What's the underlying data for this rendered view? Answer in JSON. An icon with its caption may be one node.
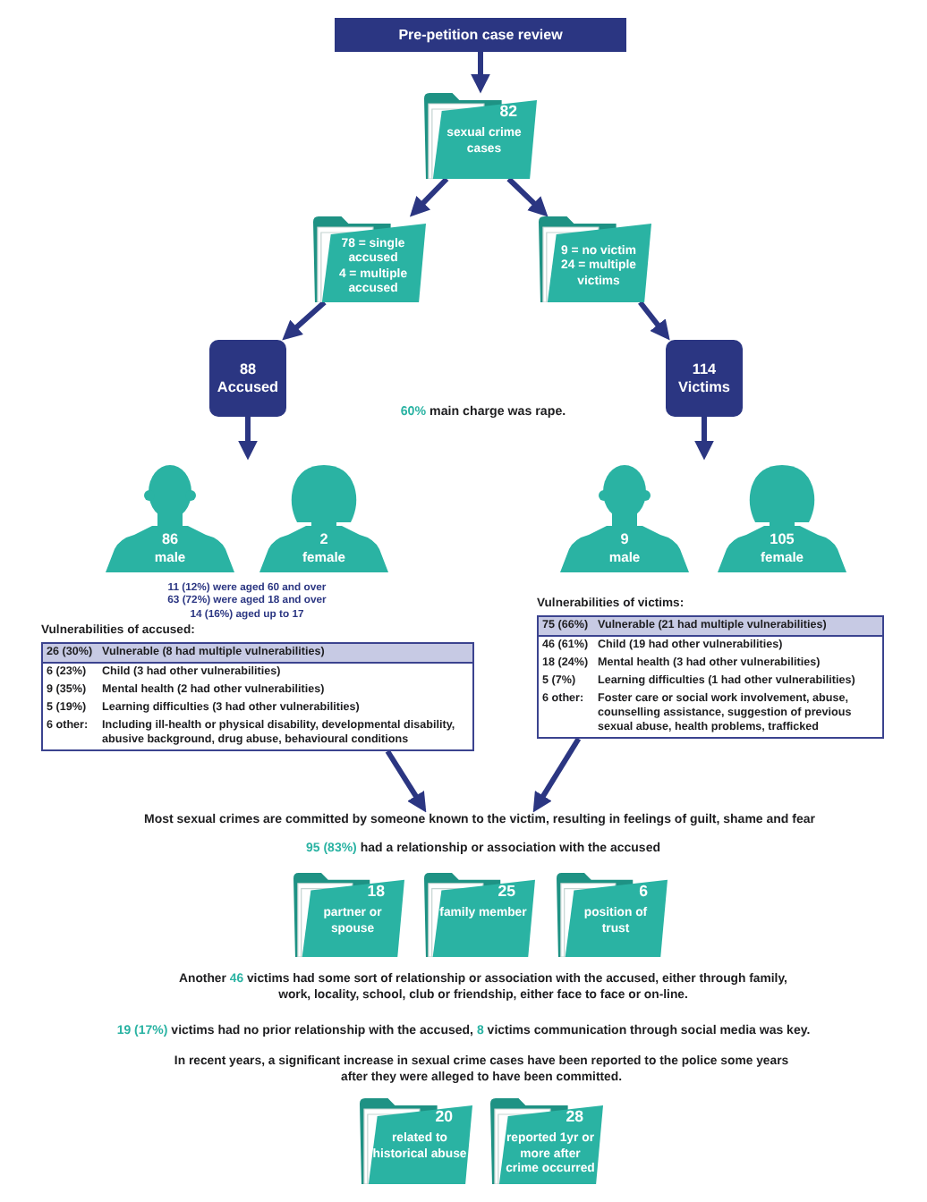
{
  "diagram": {
    "nodes": [
      {
        "text": [
          "Pre-petition case review"
        ]
      },
      {
        "text": [
          "82",
          "sexual crime cases"
        ]
      },
      {
        "text": [
          "78 = single accused",
          "4 = multiple accused"
        ]
      },
      {
        "text": [
          "9 = no victim",
          "24 = multiple victims"
        ]
      },
      {
        "text": [
          "88",
          "Accused"
        ]
      },
      {
        "text": [
          "114",
          "Victims"
        ]
      },
      {
        "text": [
          "86",
          "male"
        ]
      },
      {
        "text": [
          "2",
          "female"
        ]
      },
      {
        "text": [
          "9",
          "male"
        ]
      },
      {
        "text": [
          "105",
          "female"
        ]
      },
      {
        "text": [
          "Vulnerabilities of accused:",
          "26 (30%)",
          "Vulnerable (8 had multiple vulnerabilities)",
          "6 (23%)",
          "Child (3 had other vulnerabilities)",
          "9 (35%)",
          "Mental health (2 had other vulnerabilities)",
          "5 (19%)",
          "Learning difficulties (3 had other vulnerabilities)",
          "6 other:",
          "Including ill-health or physical disability, developmental disability, abusive background, drug abuse, behavioural conditions"
        ]
      },
      {
        "text": [
          "Vulnerabilities of victims:",
          "75 (66%)",
          "Vulnerable (21 had multiple vulnerabilities)",
          "46 (61%)",
          "Child (19 had other vulnerabilities)",
          "18 (24%)",
          "Mental health (3 had other vulnerabilities)",
          "5 (7%)",
          "Learning difficulties (1 had other vulnerabilities)",
          "6 other:",
          "Foster care or social work involvement, abuse, counselling assistance, suggestion of previous sexual abuse, health problems, trafficked"
        ]
      },
      {
        "text": [
          "Most sexual crimes are committed by someone known to the victim, resulting in feelings of guilt, shame and fear"
        ]
      },
      {
        "text": [
          "18",
          "partner or spouse"
        ]
      },
      {
        "text": [
          "25",
          "family member"
        ]
      },
      {
        "text": [
          "6",
          "position of trust"
        ]
      },
      {
        "text": [
          "20",
          "related to historical abuse"
        ]
      },
      {
        "text": [
          "28",
          "reported 1yr or more after crime occurred"
        ]
      }
    ],
    "edges": [
      {
        "from": 0,
        "to": 1,
        "arrow": "to"
      },
      {
        "from": 1,
        "to": 2,
        "arrow": "to"
      },
      {
        "from": 1,
        "to": 3,
        "arrow": "to"
      },
      {
        "from": 2,
        "to": 4,
        "arrow": "to"
      },
      {
        "from": 3,
        "to": 5,
        "arrow": "to"
      },
      {
        "from": 4,
        "to": null,
        "arrow": "to"
      },
      {
        "from": 5,
        "to": null,
        "arrow": "to"
      },
      {
        "from": 10,
        "to": 12,
        "arrow": "to"
      },
      {
        "from": 11,
        "to": 12,
        "arrow": "to"
      }
    ],
    "labels": [
      "60%",
      "main charge was rape.",
      "11 (12%) were aged 60 and over",
      "63 (72%) were aged 18 and over",
      "14 (16%) aged up to 17",
      "95 (83%)",
      "had a relationship or association with the accused",
      "Another",
      "46",
      "victims had some sort of relationship or association with the accused, either through family, work, locality, school, club or friendship, either face to face or on-line.",
      "19 (17%)",
      "victims had no prior relationship with the accused,",
      "8",
      "victims communication through social media was key.",
      "In recent years, a significant increase in sexual crime cases have been reported to the police some years after they were alleged to have been committed."
    ]
  }
}
